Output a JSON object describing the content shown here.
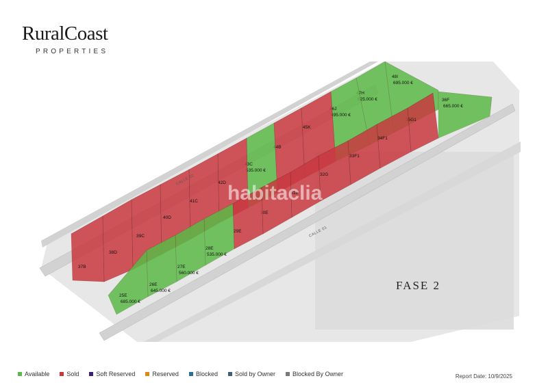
{
  "brand": {
    "name": "RuralCoast",
    "tagline": "PROPERTIES"
  },
  "map": {
    "phase_label": "FASE 2",
    "watermark": "habitaclia",
    "streets": [
      "CALLE 02",
      "CALLE 01"
    ],
    "plots": [
      {
        "id": "48I",
        "price": "695.000 €",
        "status": "Available"
      },
      {
        "id": "47H",
        "price": "625.000 €",
        "status": "Available"
      },
      {
        "id": "46J",
        "price": "495.000 €",
        "status": "Available"
      },
      {
        "id": "45K",
        "price": "",
        "status": "Sold"
      },
      {
        "id": "44B",
        "price": "",
        "status": "Sold"
      },
      {
        "id": "43C",
        "price": "535.000 €",
        "status": "Available"
      },
      {
        "id": "42D",
        "price": "",
        "status": "Sold"
      },
      {
        "id": "41C",
        "price": "",
        "status": "Sold"
      },
      {
        "id": "40D",
        "price": "",
        "status": "Sold"
      },
      {
        "id": "39C",
        "price": "",
        "status": "Sold"
      },
      {
        "id": "38D",
        "price": "",
        "status": "Sold"
      },
      {
        "id": "37B",
        "price": "",
        "status": "Sold"
      },
      {
        "id": "36F",
        "price": "665.000 €",
        "status": "Available"
      },
      {
        "id": "35G1",
        "price": "",
        "status": "Sold"
      },
      {
        "id": "34F1",
        "price": "",
        "status": "Sold"
      },
      {
        "id": "33F1",
        "price": "",
        "status": "Sold"
      },
      {
        "id": "32G",
        "price": "",
        "status": "Sold"
      },
      {
        "id": "31E",
        "price": "",
        "status": "Sold"
      },
      {
        "id": "30E",
        "price": "",
        "status": "Sold"
      },
      {
        "id": "29E",
        "price": "",
        "status": "Sold"
      },
      {
        "id": "28E",
        "price": "535.000 €",
        "status": "Available"
      },
      {
        "id": "27E",
        "price": "560.000 €",
        "status": "Available"
      },
      {
        "id": "26E",
        "price": "645.000 €",
        "status": "Available"
      },
      {
        "id": "25E",
        "price": "685.000 €",
        "status": "Available"
      }
    ]
  },
  "legend": [
    {
      "label": "Available",
      "color": "#5ab947"
    },
    {
      "label": "Sold",
      "color": "#c9383f"
    },
    {
      "label": "Soft Reserved",
      "color": "#3d2070"
    },
    {
      "label": "Reserved",
      "color": "#d98a1a"
    },
    {
      "label": "Blocked",
      "color": "#2e6e92"
    },
    {
      "label": "Sold by Owner",
      "color": "#3f5e78"
    },
    {
      "label": "Blocked By Owner",
      "color": "#7a7a7a"
    }
  ],
  "report_date": "Report Date: 10/9/2025"
}
